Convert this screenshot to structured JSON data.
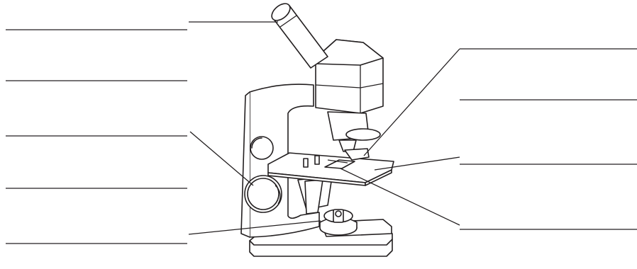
{
  "diagram": {
    "subject": "microscope-line-drawing",
    "labels": [
      {
        "id": "left-1",
        "text": ""
      },
      {
        "id": "left-2",
        "text": ""
      },
      {
        "id": "left-3",
        "text": ""
      },
      {
        "id": "left-4",
        "text": ""
      },
      {
        "id": "left-5",
        "text": ""
      },
      {
        "id": "right-1",
        "text": ""
      },
      {
        "id": "right-2",
        "text": ""
      },
      {
        "id": "right-3",
        "text": ""
      },
      {
        "id": "right-4",
        "text": ""
      }
    ]
  }
}
